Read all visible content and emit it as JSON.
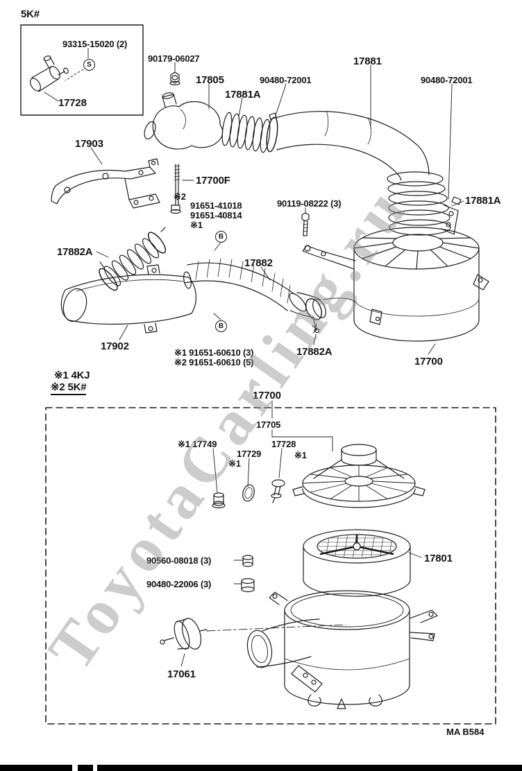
{
  "page": {
    "watermark": "ToyotaCarling.ru",
    "footer_code": "MA  B584"
  },
  "inset": {
    "variant_label": "5K#",
    "part_number": "93315-15020 (2)",
    "symbol_s": "S",
    "valve_part": "17728"
  },
  "legend": {
    "line1": "※1 4KJ",
    "line2": "※2 5K#"
  },
  "labels": {
    "nut_90179": "90179-06027",
    "hose_17805": "17805",
    "bellows_17881a": "17881A",
    "clamp_90480_left": "90480-72001",
    "hose_17881": "17881",
    "clamp_90480_right": "90480-72001",
    "bracket_17903": "17903",
    "stud_17700f": "17700F",
    "ref2": "※2",
    "bolt_91651_41018": "91651-41018",
    "bolt_91651_40814": "91651-40814",
    "ref1": "※1",
    "symbol_b1": "B",
    "symbol_b2": "B",
    "screw_90119": "90119-08222 (3)",
    "clamp_17881a_right": "17881A",
    "clamp_17882a_left": "17882A",
    "hose_17882": "17882",
    "duct_17902": "17902",
    "note_60610_1": "※1 91651-60610 (3)",
    "note_60610_2": "※2 91651-60610 (5)",
    "clamp_17882a_bottom": "17882A",
    "cleaner_17700": "17700",
    "box_17700": "17700",
    "cap_17705": "17705",
    "valve_17749": "※1 17749",
    "disc_17729": "17729",
    "valve_17728": "17728",
    "ref1_a": "※1",
    "ref1_b": "※1",
    "spacer_90560": "90560-08018 (3)",
    "element_17801": "17801",
    "spacer_90480_22006": "90480-22006 (3)",
    "motor_17061": "17061"
  }
}
